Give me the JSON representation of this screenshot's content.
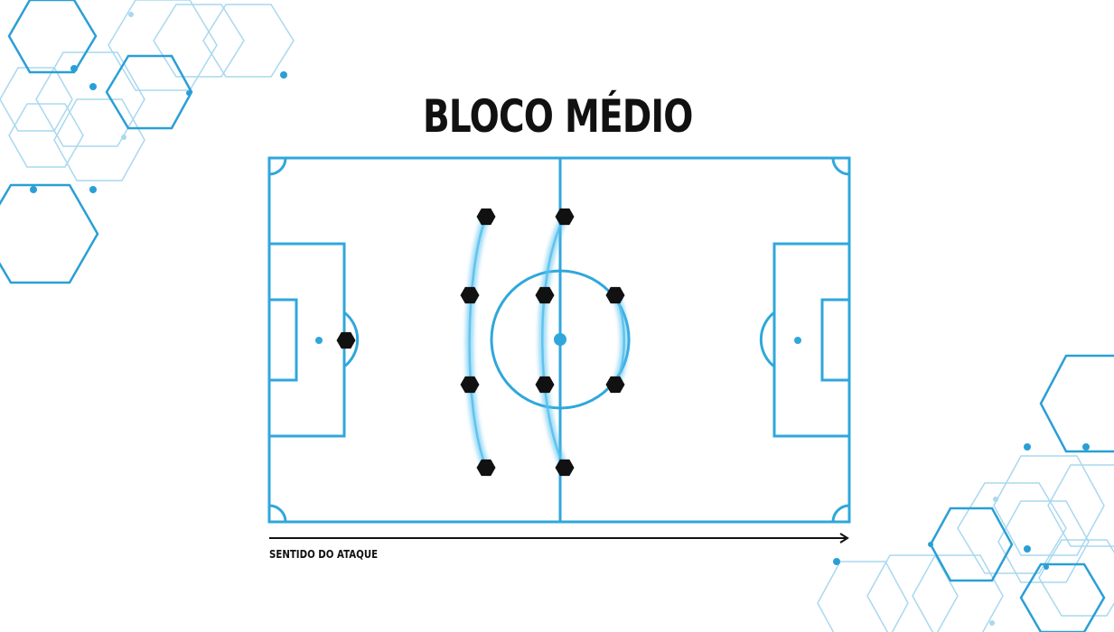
{
  "title": "BLOCO MÉDIO",
  "caption": "SENTIDO DO ATAQUE",
  "colors": {
    "pitch_line": "#2fa7dc",
    "deco_dark": "#2a9fd6",
    "deco_light": "#a9d8ef",
    "player": "#111111",
    "text": "#111111"
  },
  "players": {
    "goalkeeper": 1,
    "defensive_line": 4,
    "midfield_line": 4,
    "forward_line": 2
  }
}
